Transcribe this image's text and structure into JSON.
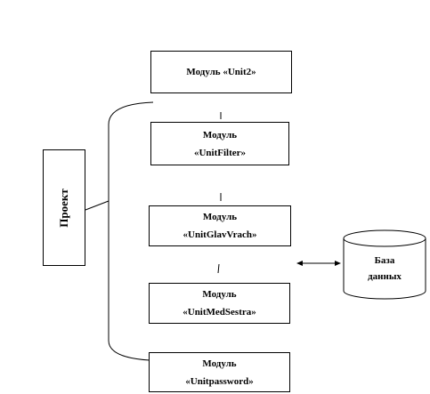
{
  "project": {
    "label": "Проект"
  },
  "modules": [
    {
      "line1": "Модуль  «Unit2»",
      "line2": ""
    },
    {
      "line1": "Модуль",
      "line2": "«UnitFilter»"
    },
    {
      "line1": "Модуль",
      "line2": "«UnitGlavVrach»"
    },
    {
      "line1": "Модуль",
      "line2": "«UnitMedSestra»"
    },
    {
      "line1": "Модуль",
      "line2": "«Unitpassword»"
    }
  ],
  "database": {
    "line1": "База",
    "line2": "данных"
  }
}
